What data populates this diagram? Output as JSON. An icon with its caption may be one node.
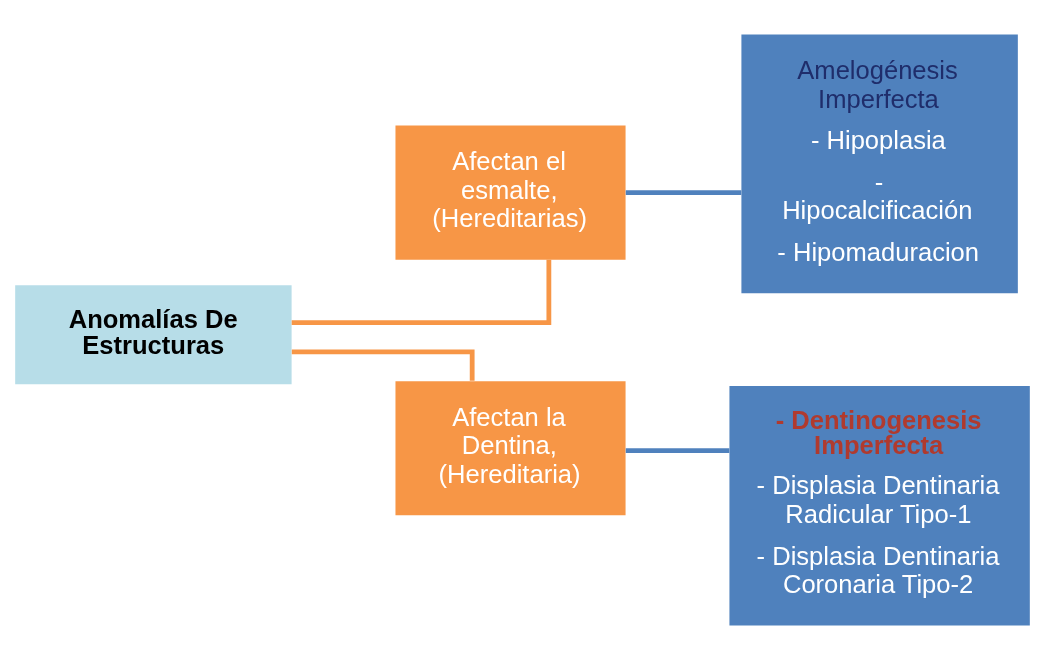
{
  "diagram": {
    "nodes": [
      {
        "text": [
          "Anomalías De Estructuras"
        ]
      },
      {
        "text": [
          "Afectan el esmalte, (Hereditarias)"
        ]
      },
      {
        "text": [
          "Afectan la Dentina, (Hereditaria)"
        ]
      },
      {
        "text": [
          "Amelogénesis Imperfecta",
          "- Hipoplasia",
          "- Hipocalcificación",
          "- Hipomaduracion"
        ]
      },
      {
        "text": [
          "- Dentinogenesis Imperfecta",
          "- Displasia Dentinaria Radicular Tipo-1",
          "- Displasia Dentinaria Coronaria Tipo-2"
        ]
      }
    ],
    "edges": [
      {
        "from": 0,
        "to": 1,
        "arrow": "none",
        "color": "#f79646"
      },
      {
        "from": 0,
        "to": 2,
        "arrow": "none",
        "color": "#f79646"
      },
      {
        "from": 1,
        "to": 3,
        "arrow": "none",
        "color": "#4f81bd"
      },
      {
        "from": 2,
        "to": 4,
        "arrow": "none",
        "color": "#4f81bd"
      }
    ]
  }
}
